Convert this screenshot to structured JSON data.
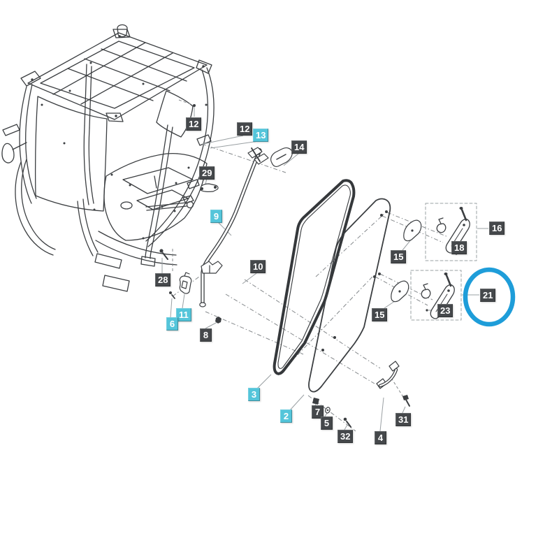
{
  "figure": {
    "type": "exploded-parts-diagram",
    "subject_drawing": "tractor-cab-with-door-assembly-parts",
    "part_labels": [
      {
        "text": "12",
        "variant": "dark"
      },
      {
        "text": "12",
        "variant": "dark"
      },
      {
        "text": "13",
        "variant": "cyan"
      },
      {
        "text": "14",
        "variant": "dark"
      },
      {
        "text": "29",
        "variant": "dark"
      },
      {
        "text": "9",
        "variant": "cyan"
      },
      {
        "text": "10",
        "variant": "dark"
      },
      {
        "text": "28",
        "variant": "dark"
      },
      {
        "text": "11",
        "variant": "cyan"
      },
      {
        "text": "6",
        "variant": "cyan"
      },
      {
        "text": "8",
        "variant": "dark"
      },
      {
        "text": "3",
        "variant": "cyan"
      },
      {
        "text": "2",
        "variant": "cyan"
      },
      {
        "text": "7",
        "variant": "dark"
      },
      {
        "text": "5",
        "variant": "dark"
      },
      {
        "text": "32",
        "variant": "dark"
      },
      {
        "text": "4",
        "variant": "dark"
      },
      {
        "text": "31",
        "variant": "dark"
      },
      {
        "text": "15",
        "variant": "dark"
      },
      {
        "text": "16",
        "variant": "dark"
      },
      {
        "text": "18",
        "variant": "dark"
      },
      {
        "text": "15",
        "variant": "dark"
      },
      {
        "text": "23",
        "variant": "dark"
      },
      {
        "text": "21",
        "variant": "dark",
        "highlighted": true
      }
    ],
    "group_boxes": [
      {
        "label": "16",
        "contains": [
          "18"
        ]
      },
      {
        "label": "21",
        "contains": [
          "23"
        ]
      }
    ],
    "highlight": {
      "part": "21",
      "shape": "ellipse",
      "color": "#1e9dd9"
    }
  },
  "colors": {
    "background": "#ffffff",
    "label_dark_bg": "#45484b",
    "label_cyan_bg": "#54c5da",
    "label_text": "#ffffff",
    "line_art": "#3b3e41",
    "leader_line": "#9aa0a3",
    "highlight_circle": "#1e9dd9"
  }
}
